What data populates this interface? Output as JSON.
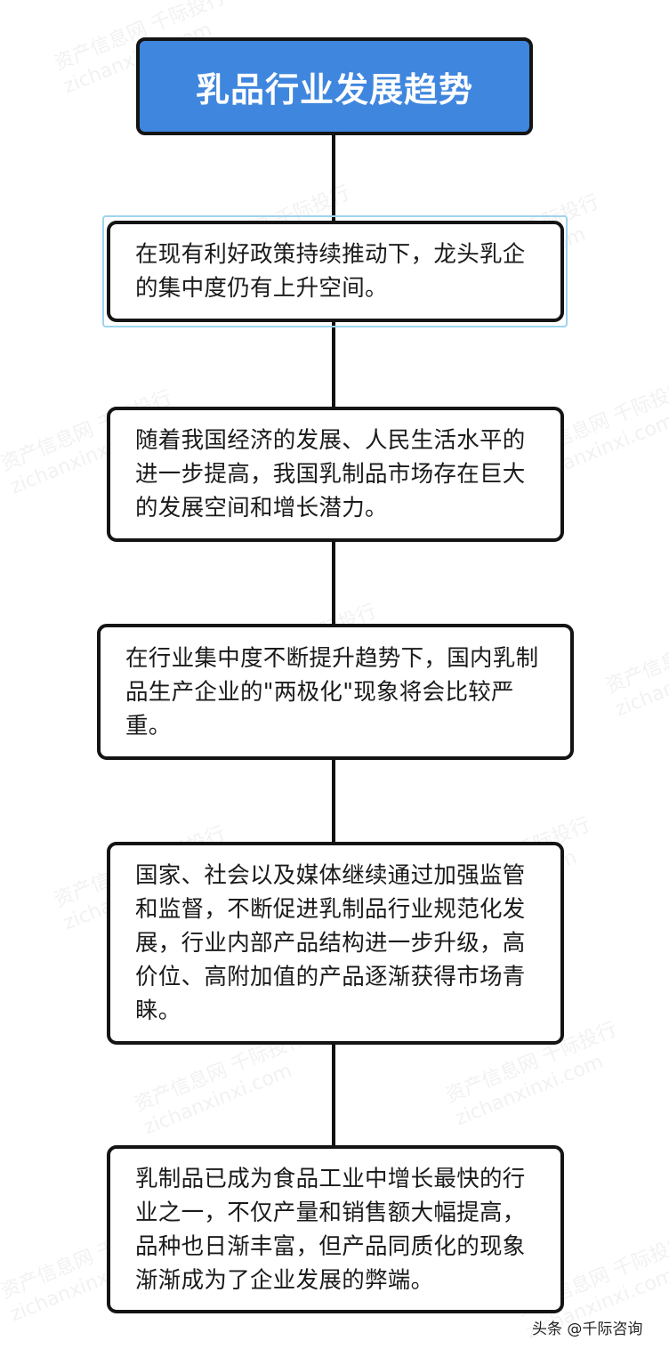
{
  "diagram": {
    "type": "vertical-flowchart",
    "title": "乳品行业发展趋势",
    "title_color": "#3f86de",
    "nodes": [
      {
        "text": "在现有利好政策持续推动下，龙头乳企的集中度仍有上升空间。",
        "selected": true
      },
      {
        "text": "随着我国经济的发展、人民生活水平的进一步提高，我国乳制品市场存在巨大的发展空间和增长潜力。"
      },
      {
        "text": "在行业集中度不断提升趋势下，国内乳制品生产企业的\"两极化\"现象将会比较严重。"
      },
      {
        "text": "国家、社会以及媒体继续通过加强监管和监督，不断促进乳制品行业规范化发展，行业内部产品结构进一步升级，高价位、高附加值的产品逐渐获得市场青睐。"
      },
      {
        "text": "乳制品已成为食品工业中增长最快的行业之一，不仅产量和销售额大幅提高，品种也日渐丰富，但产品同质化的现象渐渐成为了企业发展的弊端。"
      }
    ],
    "selection_color": "#9fd3ef"
  },
  "watermark": {
    "line1": "资产信息网 千际投行",
    "line2": "zichanxinxi.com"
  },
  "footer": {
    "attribution": "头条 @千际咨询"
  }
}
